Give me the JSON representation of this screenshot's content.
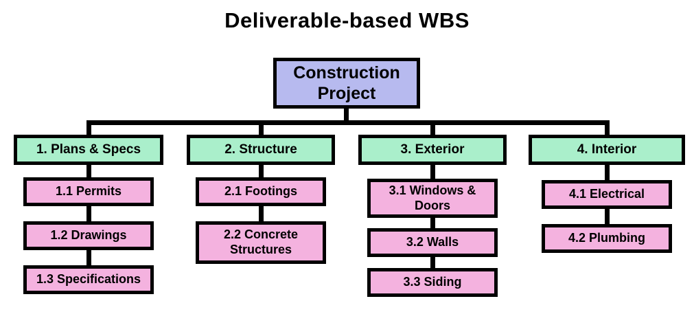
{
  "title": "Deliverable-based WBS",
  "diagram_type": "work-breakdown-structure",
  "colors": {
    "background": "#ffffff",
    "border": "#000000",
    "root_fill": "#b7baef",
    "level1_fill": "#aaefcb",
    "level2_fill": "#f4b2df"
  },
  "root": {
    "label": "Construction Project"
  },
  "branches": [
    {
      "label": "1. Plans & Specs",
      "children": [
        {
          "label": "1.1 Permits"
        },
        {
          "label": "1.2 Drawings"
        },
        {
          "label": "1.3 Specifications"
        }
      ]
    },
    {
      "label": "2. Structure",
      "children": [
        {
          "label": "2.1 Footings"
        },
        {
          "label": "2.2 Concrete Structures"
        }
      ]
    },
    {
      "label": "3. Exterior",
      "children": [
        {
          "label": "3.1 Windows & Doors"
        },
        {
          "label": "3.2 Walls"
        },
        {
          "label": "3.3 Siding"
        }
      ]
    },
    {
      "label": "4. Interior",
      "children": [
        {
          "label": "4.1 Electrical"
        },
        {
          "label": "4.2 Plumbing"
        }
      ]
    }
  ]
}
